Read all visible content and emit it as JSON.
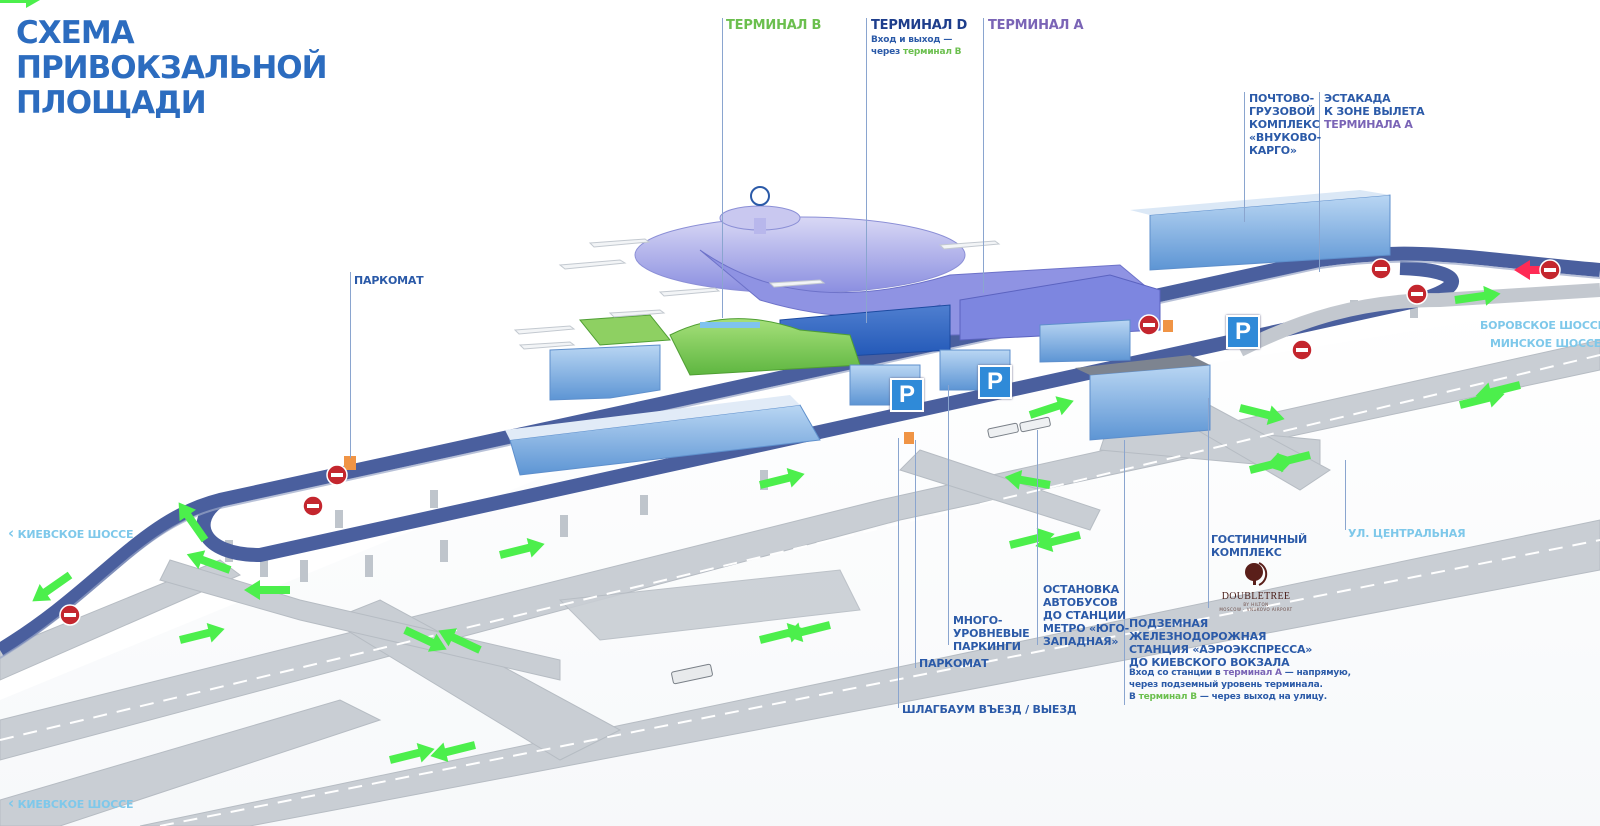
{
  "title": {
    "lines": [
      "СХЕМА",
      "ПРИВОКЗАЛЬНОЙ",
      "ПЛОЩАДИ"
    ]
  },
  "colors": {
    "title": "#2c6cbf",
    "label_blue": "#2b5aa8",
    "terminal_b": "#6bbf4e",
    "terminal_d": "#1e3e8c",
    "terminal_a": "#7a64b6",
    "road_label": "#7ec8ea",
    "arrow": "#4cef4c",
    "no_entry": "#c4262e",
    "flyover": "#4a5f9e",
    "parking_sign": "#2f8ad8"
  },
  "terminals": {
    "b": {
      "label": "ТЕРМИНАЛ B"
    },
    "d": {
      "label": "ТЕРМИНАЛ D",
      "note_prefix": "Вход и выход —",
      "note_mid": "через ",
      "note_link": "терминал B"
    },
    "a": {
      "label": "ТЕРМИНАЛ А"
    }
  },
  "cargo": {
    "lines": [
      "ПОЧТОВО-",
      "ГРУЗОВОЙ",
      "КОМПЛЕКС",
      "«ВНУКОВО-",
      "КАРГО»"
    ]
  },
  "overpass": {
    "lines": [
      "ЭСТАКАДА",
      "К ЗОНЕ ВЫЛЕТА"
    ],
    "last": "ТЕРМИНАЛА А"
  },
  "parkomat_left": {
    "label": "ПАРКОМАТ"
  },
  "parkomat_bottom": {
    "label": "ПАРКОМАТ"
  },
  "multilevel_parking": {
    "lines": [
      "МНОГО-",
      "УРОВНЕВЫЕ",
      "ПАРКИНГИ"
    ]
  },
  "bus_stop": {
    "lines": [
      "ОСТАНОВКА",
      "АВТОБУСОВ",
      "ДО СТАНЦИИ",
      "МЕТРО «ЮГО-",
      "ЗАПАДНАЯ»"
    ]
  },
  "barrier": {
    "label": "ШЛАГБАУМ ВЪЕЗД / ВЫЕЗД"
  },
  "hotel": {
    "lines": [
      "ГОСТИНИЧНЫЙ",
      "КОМПЛЕКС"
    ],
    "logo_name": "DOUBLETREE",
    "logo_sub": "BY HILTON",
    "logo_tag": "MOSCOW · VNUKOVO AIRPORT"
  },
  "railway": {
    "lines": [
      "ПОДЗЕМНАЯ",
      "ЖЕЛЕЗНОДОРОЖНАЯ",
      "СТАНЦИЯ «АЭРОЭКСПРЕССА»",
      "ДО КИЕВСКОГО ВОКЗАЛА"
    ],
    "note1_a": "Вход со станции в ",
    "note1_link": "терминал А",
    "note1_b": " — напрямую,",
    "note2": "через подземный уровень терминала.",
    "note3_a": "В ",
    "note3_link": "терминал B",
    "note3_b": " — через выход на улицу."
  },
  "roads": {
    "kievskoe_upper": "КИЕВСКОЕ ШОССЕ",
    "kievskoe_lower": "КИЕВСКОЕ ШОССЕ",
    "borovskoe": "БОРОВСКОЕ ШОССЕ",
    "minskoe": "МИНСКОЕ ШОССЕ",
    "centralnaya": "УЛ. ЦЕНТРАЛЬНАЯ"
  },
  "parking_signs": [
    "P",
    "P",
    "P"
  ],
  "icons": {
    "chevron_left": "‹",
    "chevron_right": "›"
  }
}
